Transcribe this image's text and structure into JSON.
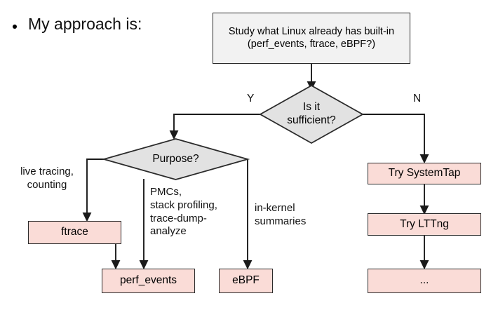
{
  "slide": {
    "bullet": "My approach is:"
  },
  "flow": {
    "nodes": {
      "study": {
        "line1": "Study what Linux already has built-in",
        "line2": "(perf_events, ftrace, eBPF?)"
      },
      "sufficient": {
        "line1": "Is it",
        "line2": "sufficient?"
      },
      "purpose": {
        "label": "Purpose?"
      },
      "ftrace": {
        "label": "ftrace"
      },
      "perf_events": {
        "label": "perf_events"
      },
      "ebpf": {
        "label": "eBPF"
      },
      "systemtap": {
        "label": "Try SystemTap"
      },
      "lttng": {
        "label": "Try LTTng"
      },
      "more": {
        "label": "..."
      }
    },
    "edge_labels": {
      "yes": "Y",
      "no": "N",
      "live_tracing": "live tracing,\ncounting",
      "pmcs": "PMCs,\nstack profiling,\ntrace-dump-\nanalyze",
      "in_kernel": "in-kernel\nsummaries"
    },
    "colors": {
      "pink_fill": "#fadcd7",
      "gray_fill": "#f2f2f2",
      "diamond_fill": "#e2e2e2",
      "stroke": "#2b2b2b",
      "background": "#ffffff"
    }
  }
}
